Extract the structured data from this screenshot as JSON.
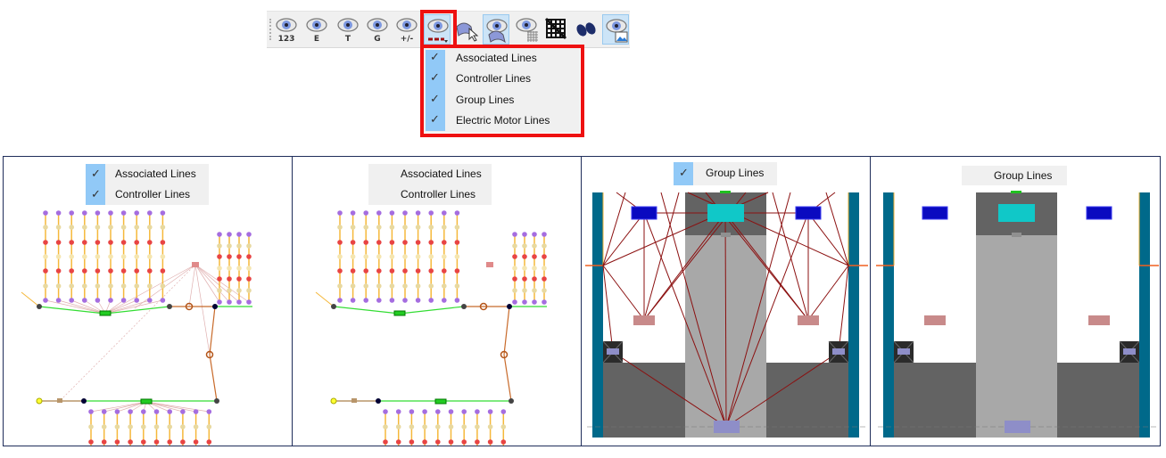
{
  "toolbar": {
    "buttons": [
      {
        "name": "show-numbers-button",
        "sub": "123"
      },
      {
        "name": "show-e-button",
        "sub": "E"
      },
      {
        "name": "show-t-button",
        "sub": "T"
      },
      {
        "name": "show-g-button",
        "sub": "G"
      },
      {
        "name": "show-plus-minus-button",
        "sub": "+/-"
      },
      {
        "name": "show-lines-dropdown-button",
        "sub": ""
      },
      {
        "name": "select-surface-button",
        "sub": ""
      },
      {
        "name": "show-surface-button",
        "sub": ""
      },
      {
        "name": "show-grid-button",
        "sub": ""
      },
      {
        "name": "hide-grid-button",
        "sub": ""
      },
      {
        "name": "find-binoculars-button",
        "sub": ""
      },
      {
        "name": "show-image-button",
        "sub": ""
      }
    ]
  },
  "menu": {
    "items": [
      {
        "label": "Associated Lines",
        "checked": true
      },
      {
        "label": "Controller Lines",
        "checked": true
      },
      {
        "label": "Group Lines",
        "checked": true
      },
      {
        "label": "Electric Motor Lines",
        "checked": true
      }
    ]
  },
  "panels": [
    {
      "legend": [
        {
          "label": "Associated Lines",
          "checked": true
        },
        {
          "label": "Controller Lines",
          "checked": true
        }
      ]
    },
    {
      "legend": [
        {
          "label": "Associated Lines",
          "checked": false
        },
        {
          "label": "Controller Lines",
          "checked": false
        }
      ]
    },
    {
      "legend": [
        {
          "label": "Group Lines",
          "checked": true
        }
      ]
    },
    {
      "legend": [
        {
          "label": "Group Lines",
          "checked": false
        }
      ]
    }
  ],
  "colors": {
    "highlight": "#ee1111",
    "check_column": "#91c9f7",
    "panel_border": "#1f2d5a",
    "group_line": "#8b1010",
    "bus_line": "#22dd22"
  }
}
